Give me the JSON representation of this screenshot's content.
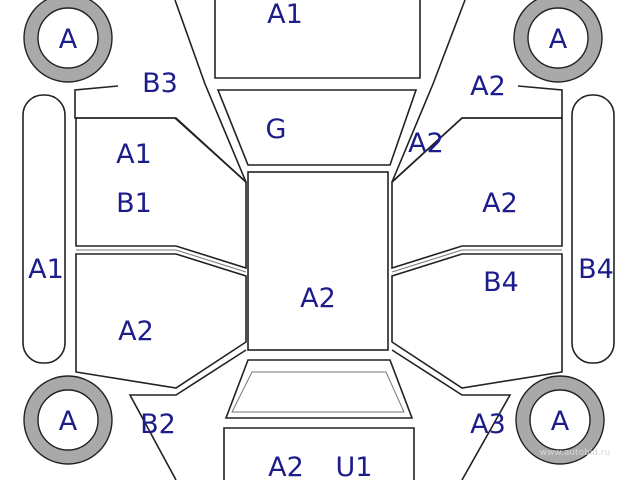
{
  "colors": {
    "label": "#1c1c8a",
    "line": "#222222",
    "tire": "#a9a9a9",
    "background": "#ffffff"
  },
  "labels": {
    "hood": "A1",
    "windshield": "G",
    "roof": "A2",
    "front_left_door_1": "A1",
    "front_left_door_2": "B1",
    "rear_left_door": "A2",
    "left_sill": "A1",
    "front_right_door": "A2",
    "rear_right_door": "B4",
    "right_sill": "B4",
    "front_left_fender": "B3",
    "front_right_fender": "A2",
    "right_a_pillar": "A2",
    "rear_left_fender": "B2",
    "rear_right_fender": "A3",
    "trunk_left": "A2",
    "trunk_right": "U1",
    "wheel_front_left": "A",
    "wheel_front_right": "A",
    "wheel_rear_left": "A",
    "wheel_rear_right": "A"
  },
  "watermark": "www.autobid.ru"
}
